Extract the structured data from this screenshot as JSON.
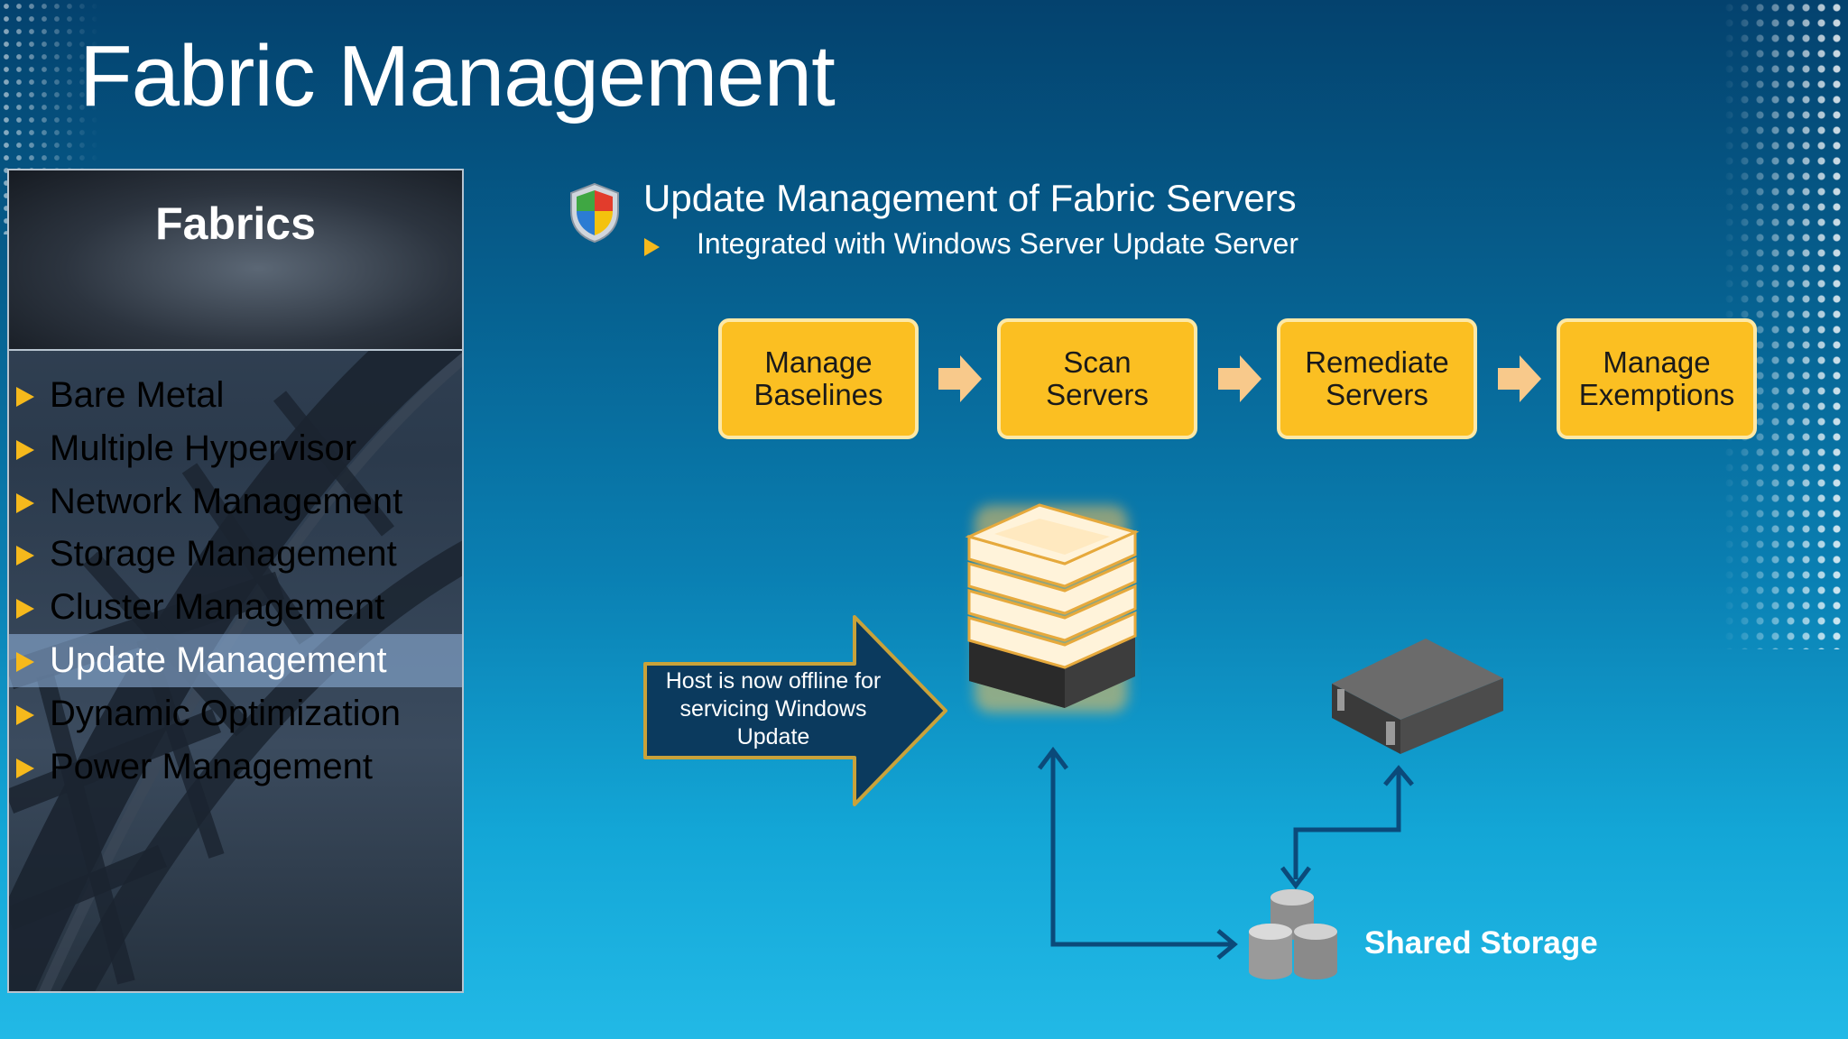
{
  "slide": {
    "title": "Fabric Management"
  },
  "sidebar": {
    "title": "Fabrics",
    "items": [
      {
        "label": "Bare Metal"
      },
      {
        "label": "Multiple Hypervisor"
      },
      {
        "label": "Network Management"
      },
      {
        "label": "Storage Management"
      },
      {
        "label": "Cluster Management"
      },
      {
        "label": "Update Management",
        "selected": true
      },
      {
        "label": "Dynamic Optimization"
      },
      {
        "label": "Power Management"
      }
    ]
  },
  "content": {
    "heading": "Update Management of Fabric Servers",
    "subheading": "Integrated with Windows Server Update Server",
    "workflow": [
      {
        "label": "Manage Baselines"
      },
      {
        "label": "Scan Servers"
      },
      {
        "label": "Remediate Servers"
      },
      {
        "label": "Manage Exemptions"
      }
    ],
    "callout": "Host is now offline for servicing  Windows Update",
    "storage_label": "Shared Storage"
  },
  "colors": {
    "accent_yellow": "#fbbf22",
    "box_border": "#fde8a6",
    "bullet": "#f6b91c",
    "callout_fill": "#0b3a5e",
    "connector": "#0b4a7a",
    "selected_highlight": "#96b9e6"
  },
  "icons": [
    "windows-shield-icon",
    "server-stack-icon",
    "server-icon",
    "shared-storage-icon"
  ]
}
